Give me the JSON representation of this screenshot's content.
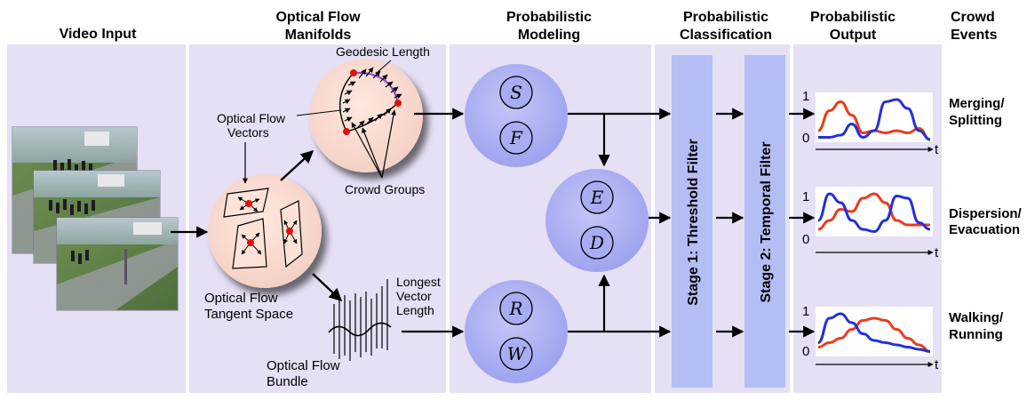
{
  "headers": {
    "video_input": "Video Input",
    "optical_flow_manifolds": [
      "Optical Flow",
      "Manifolds"
    ],
    "probabilistic_modeling": [
      "Probabilistic",
      "Modeling"
    ],
    "probabilistic_classification": [
      "Probabilistic",
      "Classification"
    ],
    "probabilistic_output": [
      "Probabilistic",
      "Output"
    ],
    "crowd_events": [
      "Crowd",
      "Events"
    ]
  },
  "manifold_labels": {
    "geodesic_length": "Geodesic Length",
    "optical_flow_vectors": [
      "Optical Flow",
      "Vectors"
    ],
    "crowd_groups": "Crowd Groups",
    "tangent_space": [
      "Optical Flow",
      "Tangent Space"
    ],
    "longest_vector_length": [
      "Longest",
      "Vector",
      "Length"
    ],
    "bundle": [
      "Optical Flow",
      "Bundle"
    ]
  },
  "model_symbols": {
    "top": [
      "S",
      "F"
    ],
    "middle": [
      "E",
      "D"
    ],
    "bottom": [
      "R",
      "W"
    ]
  },
  "classification_stages": {
    "stage1": "Stage 1: Threshold Filter",
    "stage2": "Stage 2: Temporal Filter"
  },
  "output_axes": {
    "y_max": "1",
    "y_min": "0",
    "x_label": "t"
  },
  "crowd_events": {
    "merging": [
      "Merging/",
      "Splitting"
    ],
    "dispersion": [
      "Dispersion/",
      "Evacuation"
    ],
    "walking": [
      "Walking/",
      "Running"
    ]
  },
  "colors": {
    "panel_bg": "#e6e0f5",
    "circle_fill": "#a8acf2",
    "stage_fill": "#b4bef5",
    "manifold_fill": "#fadcd2",
    "series_red": "#ee3a1c",
    "series_blue": "#2231d6"
  },
  "chart_data": [
    {
      "type": "line",
      "x": [
        0,
        0.1,
        0.2,
        0.3,
        0.4,
        0.5,
        0.6,
        0.7,
        0.8,
        0.9,
        1.0
      ],
      "series": [
        {
          "values": [
            0.2,
            0.65,
            0.85,
            0.55,
            0.15,
            0.2,
            0.15,
            0.2,
            0.15,
            0.25,
            0.0
          ]
        },
        {
          "values": [
            0.05,
            0.05,
            0.1,
            0.35,
            0.05,
            0.2,
            0.85,
            0.9,
            0.7,
            0.2,
            0.0
          ]
        }
      ]
    },
    {
      "type": "line",
      "x": [
        0,
        0.1,
        0.2,
        0.3,
        0.4,
        0.5,
        0.6,
        0.7,
        0.8,
        0.9,
        1.0
      ],
      "series": [
        {
          "values": [
            0.1,
            0.3,
            0.55,
            0.5,
            0.8,
            0.9,
            0.7,
            0.3,
            0.2,
            0.2,
            0.2
          ]
        },
        {
          "values": [
            0.3,
            0.9,
            0.7,
            0.3,
            0.1,
            0.05,
            0.3,
            0.85,
            0.8,
            0.25,
            0.1
          ]
        }
      ]
    },
    {
      "type": "line",
      "x": [
        0,
        0.1,
        0.2,
        0.3,
        0.4,
        0.5,
        0.6,
        0.7,
        0.8,
        0.9,
        1.0
      ],
      "series": [
        {
          "values": [
            0.15,
            0.25,
            0.35,
            0.55,
            0.75,
            0.8,
            0.75,
            0.55,
            0.35,
            0.2,
            0.05
          ]
        },
        {
          "values": [
            0.25,
            0.8,
            0.9,
            0.7,
            0.45,
            0.3,
            0.25,
            0.2,
            0.15,
            0.1,
            0.05
          ]
        }
      ]
    }
  ]
}
